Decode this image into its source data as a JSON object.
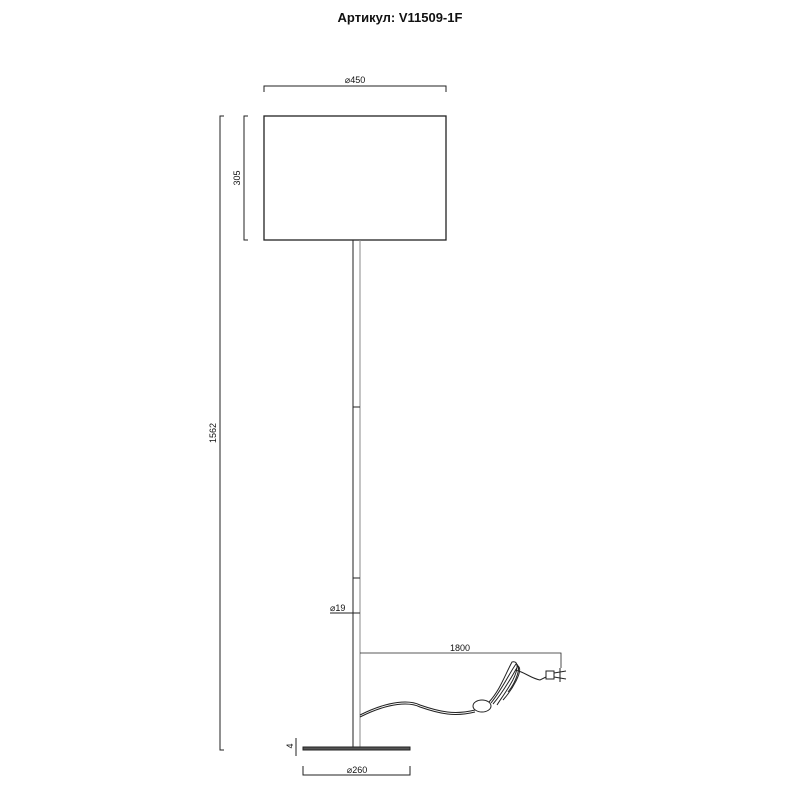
{
  "title": "Артикул: V11509-1F",
  "dimensions": {
    "shade_diameter": "⌀450",
    "shade_height": "305",
    "total_height": "1562",
    "pole_diameter": "⌀19",
    "cable_length": "1800",
    "base_thickness": "4",
    "base_diameter": "⌀260"
  }
}
